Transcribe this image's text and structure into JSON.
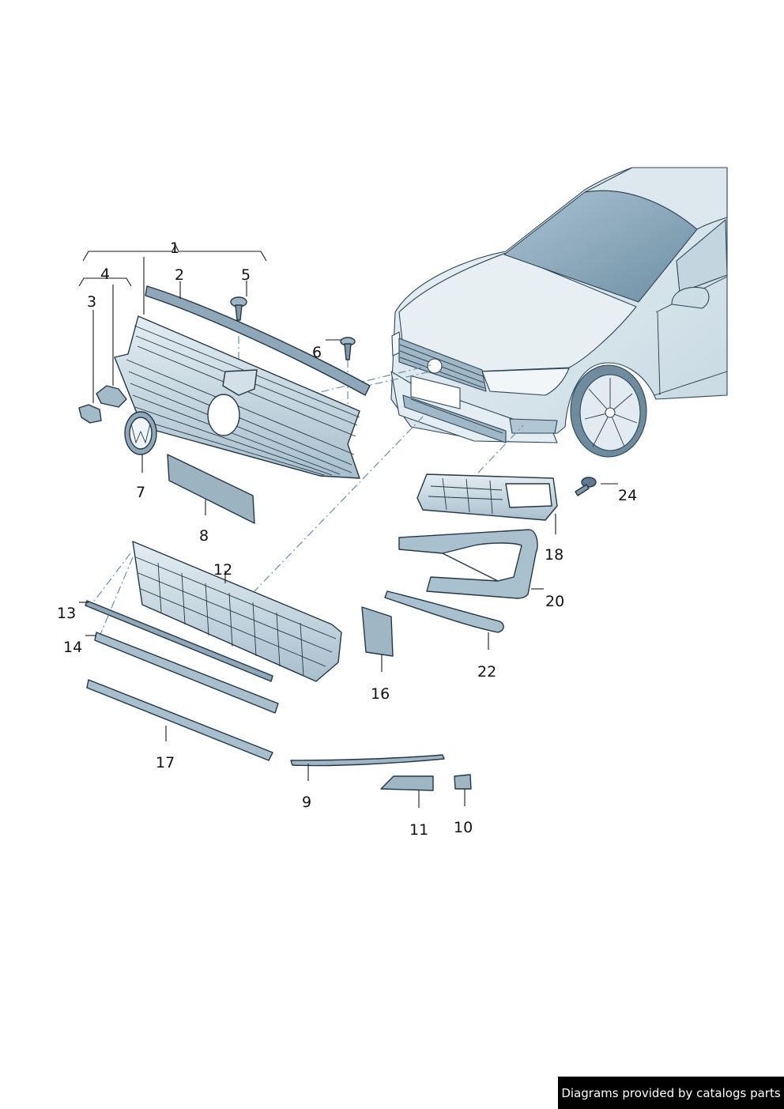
{
  "colors": {
    "part_fill_light": "#dfe9ef",
    "part_fill_mid": "#b9cdd9",
    "part_fill_dark": "#7f9aad",
    "outline": "#233746",
    "dash_line": "#6a8fa8"
  },
  "callouts": {
    "c1": "1",
    "c2": "2",
    "c3": "3",
    "c4": "4",
    "c5": "5",
    "c6": "6",
    "c7": "7",
    "c8": "8",
    "c9": "9",
    "c10": "10",
    "c11": "11",
    "c12": "12",
    "c13": "13",
    "c14": "14",
    "c16": "16",
    "c17": "17",
    "c18": "18",
    "c20": "20",
    "c22": "22",
    "c24": "24"
  },
  "credit": "Diagrams provided by catalogs parts"
}
